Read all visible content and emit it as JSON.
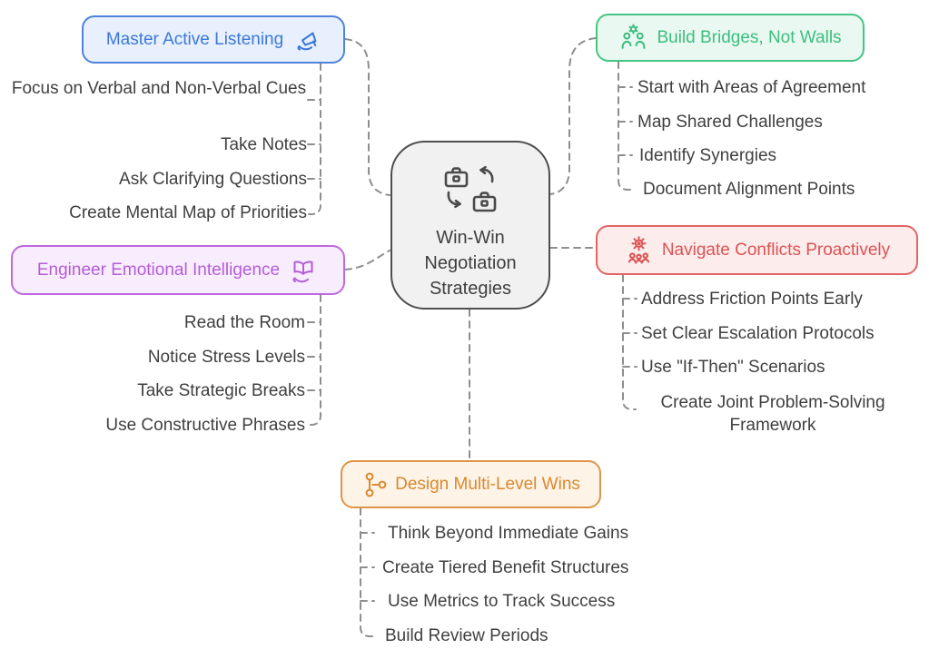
{
  "page": {
    "background": "#ffffff"
  },
  "center": {
    "icon": "briefcase-exchange-icon",
    "title_lines": [
      "Win-Win",
      "Negotiation",
      "Strategies"
    ],
    "colors": {
      "border": "#4e4e4e",
      "background": "#f1f1f1",
      "text": "#3f3f3f"
    }
  },
  "connectors": {
    "color": "#8e8e8e",
    "style": "dashed"
  },
  "branches": [
    {
      "id": "master-active-listening",
      "label": "Master Active Listening",
      "icon": "megaphone-hand-icon",
      "position": "top-left",
      "colors": {
        "border": "#4f83d9",
        "background": "#e8f0fd",
        "text": "#3b78d8"
      },
      "items": [
        "Focus on Verbal and Non-Verbal Cues",
        "Take Notes",
        "Ask Clarifying Questions",
        "Create Mental Map of Priorities"
      ]
    },
    {
      "id": "build-bridges-not-walls",
      "label": "Build Bridges, Not Walls",
      "icon": "collaboration-gear-icon",
      "position": "top-right",
      "colors": {
        "border": "#44c584",
        "background": "#e9f9f1",
        "text": "#3dbd7f"
      },
      "items": [
        "Start with Areas of Agreement",
        "Map Shared Challenges",
        "Identify Synergies",
        "Document Alignment Points"
      ]
    },
    {
      "id": "engineer-emotional-intelligence",
      "label": "Engineer Emotional Intelligence",
      "icon": "book-hand-icon",
      "position": "middle-left",
      "colors": {
        "border": "#bd68de",
        "background": "#f8edfd",
        "text": "#b55cd8"
      },
      "items": [
        "Read the Room",
        "Notice Stress Levels",
        "Take Strategic Breaks",
        "Use Constructive Phrases"
      ]
    },
    {
      "id": "navigate-conflicts-proactively",
      "label": "Navigate Conflicts Proactively",
      "icon": "gear-team-icon",
      "position": "middle-right",
      "colors": {
        "border": "#e26565",
        "background": "#fdecec",
        "text": "#dc5353"
      },
      "items": [
        "Address Friction Points Early",
        "Set Clear Escalation Protocols",
        "Use \"If-Then\" Scenarios",
        "Create Joint Problem-Solving Framework"
      ]
    },
    {
      "id": "design-multi-level-wins",
      "label": "Design Multi-Level Wins",
      "icon": "branch-network-icon",
      "position": "bottom-center",
      "colors": {
        "border": "#de9548",
        "background": "#fdf3e7",
        "text": "#d9892f"
      },
      "items": [
        "Think Beyond Immediate Gains",
        "Create Tiered Benefit Structures",
        "Use Metrics to Track Success",
        "Build Review Periods"
      ]
    }
  ],
  "item_text_color": "#404040"
}
